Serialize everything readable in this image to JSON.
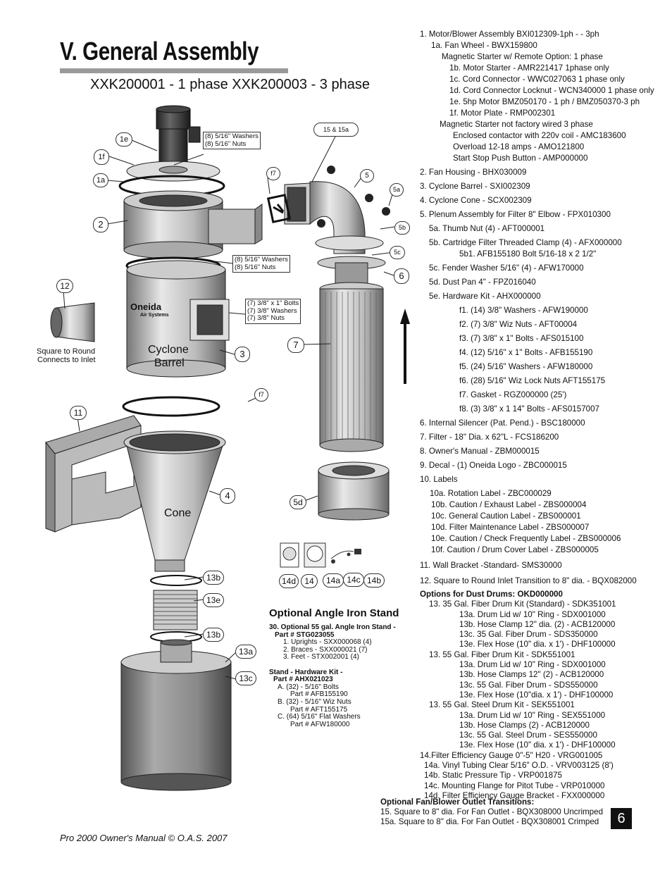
{
  "header": {
    "title": "V.  General Assembly",
    "subtitle": "XXK200001 - 1 phase  XXK200003 - 3 phase"
  },
  "parts_list": [
    {
      "text": "1. Motor/Blower Assembly  BXI012309-1ph - - 3ph",
      "indent": 0
    },
    {
      "text": "1a. Fan Wheel - BWX159800",
      "indent": 16
    },
    {
      "text": "Magnetic Starter w/ Remote Option: 1 phase",
      "indent": 31
    },
    {
      "text": "1b. Motor Starter - AMR221417 1phase only",
      "indent": 42
    },
    {
      "text": "1c. Cord Connector - WWC027063 1 phase only",
      "indent": 42
    },
    {
      "text": "1d. Cord Connector Locknut - WCN340000 1 phase only",
      "indent": 42
    },
    {
      "text": "1e. 5hp Motor BMZ050170 - 1 ph / BMZ050370-3 ph",
      "indent": 42
    },
    {
      "text": "1f. Motor Plate - RMP002301",
      "indent": 42
    },
    {
      "text": "Magnetic Starter not factory wired 3 phase",
      "indent": 28
    },
    {
      "text": "Enclosed contactor with 220v coil - AMC183600",
      "indent": 47
    },
    {
      "text": "Overload 12-18 amps - AMO121800",
      "indent": 47
    },
    {
      "text": "Start Stop Push Button - AMP000000",
      "indent": 47
    },
    {
      "text": "2. Fan Housing - BHX030009",
      "indent": 0,
      "gap": 4
    },
    {
      "text": "3. Cyclone Barrel - SXI002309",
      "indent": 0,
      "gap": 4
    },
    {
      "text": "4. Cyclone Cone - SCX002309",
      "indent": 0,
      "gap": 4
    },
    {
      "text": "5. Plenum Assembly for Filter 8\" Elbow - FPX010300",
      "indent": 0,
      "gap": 4
    },
    {
      "text": "5a. Thumb Nut (4) - AFT000001",
      "indent": 13,
      "gap": 4
    },
    {
      "text": "5b. Cartridge Filter Threaded Clamp (4) - AFX000000",
      "indent": 13,
      "gap": 4
    },
    {
      "text": "5b1.  AFB155180  Bolt 5/16-18 x 2 1/2\"",
      "indent": 56
    },
    {
      "text": "5c. Fender Washer 5/16\" (4) - AFW170000",
      "indent": 13,
      "gap": 4
    },
    {
      "text": "5d. Dust Pan 4\" - FPZ016040",
      "indent": 13,
      "gap": 4
    },
    {
      "text": "5e. Hardware Kit - AHX000000",
      "indent": 13,
      "gap": 4
    },
    {
      "text": "f1. (14) 3/8\" Washers - AFW190000",
      "indent": 56,
      "gap": 4
    },
    {
      "text": "f2. (7) 3/8\" Wiz Nuts - AFT00004",
      "indent": 56,
      "gap": 4
    },
    {
      "text": "f3. (7) 3/8\" x 1\" Bolts - AFS015100",
      "indent": 56,
      "gap": 4
    },
    {
      "text": "f4. (12) 5/16\" x 1\" Bolts - AFB155190",
      "indent": 56,
      "gap": 4
    },
    {
      "text": "f5. (24) 5/16\" Washers - AFW180000",
      "indent": 56,
      "gap": 4
    },
    {
      "text": "f6. (28) 5/16\" Wiz Lock Nuts AFT155175",
      "indent": 56,
      "gap": 4
    },
    {
      "text": "f7. Gasket - RGZ000000 (25')",
      "indent": 56,
      "gap": 4
    },
    {
      "text": "f8. (3) 3/8\" x 1 14\" Bolts - AFS0157007",
      "indent": 56,
      "gap": 4
    },
    {
      "text": "6. Internal Silencer (Pat. Pend.) - BSC180000",
      "indent": 0,
      "gap": 4
    },
    {
      "text": "7. Filter - 18\" Dia. x 62\"L  - FCS186200",
      "indent": 0,
      "gap": 4
    },
    {
      "text": "8. Owner's Manual - ZBM000015",
      "indent": 0,
      "gap": 4
    },
    {
      "text": "9. Decal - (1) Oneida Logo - ZBC000015",
      "indent": 0,
      "gap": 4
    },
    {
      "text": "10. Labels",
      "indent": 0,
      "gap": 4
    },
    {
      "text": "10a. Rotation Label - ZBC000029",
      "indent": 14,
      "gap": 4
    },
    {
      "text": "10b. Caution / Exhaust Label - ZBS000004",
      "indent": 16
    },
    {
      "text": "10c. General Caution Label - ZBS000001",
      "indent": 16
    },
    {
      "text": "10d. Filter Maintenance Label - ZBS000007",
      "indent": 16
    },
    {
      "text": "10e. Caution / Check Frequently Label - ZBS000006",
      "indent": 16
    },
    {
      "text": "10f. Caution / Drum Cover Label - ZBS000005",
      "indent": 16
    },
    {
      "text": "11. Wall Bracket -Standard- SMS30000",
      "indent": 0,
      "gap": 6
    },
    {
      "text": "12. Square to Round Inlet Transition to 8\" dia. - BQX082000",
      "indent": 0,
      "gap": 6
    },
    {
      "text": "Options for Dust Drums: OKD000000",
      "indent": 0,
      "bold": true,
      "gap": 4,
      "tight": true
    },
    {
      "text": "13. 35 Gal. Fiber Drum Kit (Standard) - SDK351001",
      "indent": 13,
      "tight": true
    },
    {
      "text": "13a. Drum Lid w/ 10\" Ring - SDX001000",
      "indent": 56,
      "tight": true
    },
    {
      "text": "13b. Hose Clamp 12\" dia. (2) - ACB120000",
      "indent": 56,
      "tight": true
    },
    {
      "text": "13c. 35 Gal. Fiber Drum - SDS350000",
      "indent": 56,
      "tight": true
    },
    {
      "text": "13e. Flex Hose (10\" dia. x 1') - DHF100000",
      "indent": 56,
      "tight": true
    },
    {
      "text": "13. 55 Gal. Fiber Drum Kit - SDK551001",
      "indent": 13,
      "tight": true
    },
    {
      "text": "13a. Drum Lid w/ 10\" Ring - SDX001000",
      "indent": 56,
      "tight": true
    },
    {
      "text": "13b. Hose Clamps 12\" (2) - ACB120000",
      "indent": 56,
      "tight": true
    },
    {
      "text": "13c. 55 Gal. Fiber Drum - SDS550000",
      "indent": 56,
      "tight": true
    },
    {
      "text": "13e. Flex Hose (10\"dia. x 1') - DHF100000",
      "indent": 56,
      "tight": true
    },
    {
      "text": "13. 55 Gal. Steel Drum Kit - SEK551001",
      "indent": 13,
      "tight": true
    },
    {
      "text": "13a. Drum Lid w/ 10\" Ring - SEX551000",
      "indent": 56,
      "tight": true
    },
    {
      "text": "13b. Hose Clamps (2) - ACB120000",
      "indent": 56,
      "tight": true
    },
    {
      "text": "13c. 55 Gal. Steel Drum - SES550000",
      "indent": 56,
      "tight": true
    },
    {
      "text": "13e. Flex Hose (10\" dia. x 1') - DHF100000",
      "indent": 56,
      "tight": true
    },
    {
      "text": "14.Filter Efficiency Gauge 0\"-5\" H20 - VRG001005",
      "indent": 0,
      "tight": true
    },
    {
      "text": "14a. Vinyl Tubing Clear 5/16\" O.D. - VRV003125 (8')",
      "indent": 6,
      "tight": true
    },
    {
      "text": "14b. Static Pressure Tip - VRP001875",
      "indent": 6,
      "tight": true
    },
    {
      "text": "14c. Mounting Flange for Pitot Tube - VRP010000",
      "indent": 6,
      "tight": true
    },
    {
      "text": "14d. Filter Efficiency Gauge Bracket - FXX000000",
      "indent": 6,
      "tight": true
    }
  ],
  "outlet": {
    "heading": "Optional Fan/Blower Outlet Transitions:",
    "lines": [
      "15. Square to 8\" dia. For Fan Outlet - BQX308000 Uncrimped",
      "15a. Square to 8\" dia. For Fan Outlet - BQX308001 Crimped"
    ]
  },
  "page_number": "6",
  "footer": "Pro 2000 Owner's Manual  ©  O.A.S. 2007",
  "stand": {
    "title": "Optional Angle Iron Stand",
    "lines": [
      {
        "text": "30. Optional 55 gal. Angle Iron Stand -",
        "bold": true,
        "indent": 0
      },
      {
        "text": "Part # STG023055",
        "bold": true,
        "indent": 8
      },
      {
        "text": "1. Uprights - SXX000068 (4)",
        "indent": 20
      },
      {
        "text": "2. Braces - SXX000021 (7)",
        "indent": 20
      },
      {
        "text": "3. Feet - STX002001 (4)",
        "indent": 20
      },
      {
        "text": "",
        "indent": 0
      },
      {
        "text": "Stand - Hardware Kit -",
        "bold": true,
        "indent": 0
      },
      {
        "text": "Part # AHX021023",
        "bold": true,
        "indent": 6
      },
      {
        "text": "A. (32) - 5/16\" Bolts",
        "indent": 12
      },
      {
        "text": "Part #  AFB155190",
        "indent": 30
      },
      {
        "text": "B. (32) - 5/16\" Wiz Nuts",
        "indent": 12
      },
      {
        "text": "Part # AFT155175",
        "indent": 30
      },
      {
        "text": "C. (64) 5/16\" Flat Washers",
        "indent": 12
      },
      {
        "text": "Part # AFW180000",
        "indent": 30
      }
    ]
  },
  "diagram": {
    "callouts": [
      "1e",
      "1f",
      "1a",
      "2",
      "12",
      "3",
      "11",
      "4",
      "13b",
      "13e",
      "13b",
      "13a",
      "13c",
      "15 & 15a",
      "f7",
      "5",
      "5a",
      "5b",
      "5c",
      "6",
      "7",
      "f7",
      "5d",
      "14d",
      "14",
      "14a",
      "14c",
      "14b"
    ],
    "notes": {
      "motor_hw": [
        "(8) 5/16\" Washers",
        "(8) 5/16\" Nuts"
      ],
      "barrel_hw": [
        "(8) 5/16\" Washers",
        "(8) 5/16\" Nuts"
      ],
      "inlet_hw": [
        "(7) 3/8\" x 1\" Bolts",
        "(7) 3/8\" Washers",
        "(7) 3/8\" Nuts"
      ]
    },
    "labels": {
      "cyclone": "Cyclone",
      "barrel": "Barrel",
      "cone": "Cone",
      "inlet_note_1": "Square to Round",
      "inlet_note_2": "Connects to Inlet",
      "logo_main": "Oneida",
      "logo_sub": "Air Systems"
    }
  }
}
